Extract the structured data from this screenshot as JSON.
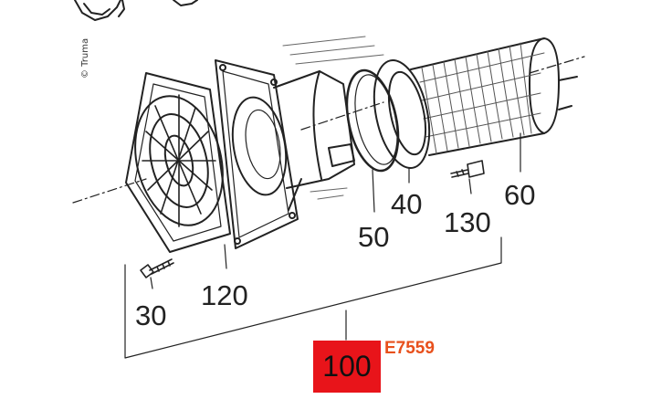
{
  "copyright": "© Truma",
  "callouts": {
    "p30": "30",
    "p40": "40",
    "p50": "50",
    "p60": "60",
    "p100": "100",
    "p120": "120",
    "p130": "130"
  },
  "kit": {
    "code": "E7559",
    "box_color": "#e8141a",
    "code_color": "#e8501c"
  }
}
